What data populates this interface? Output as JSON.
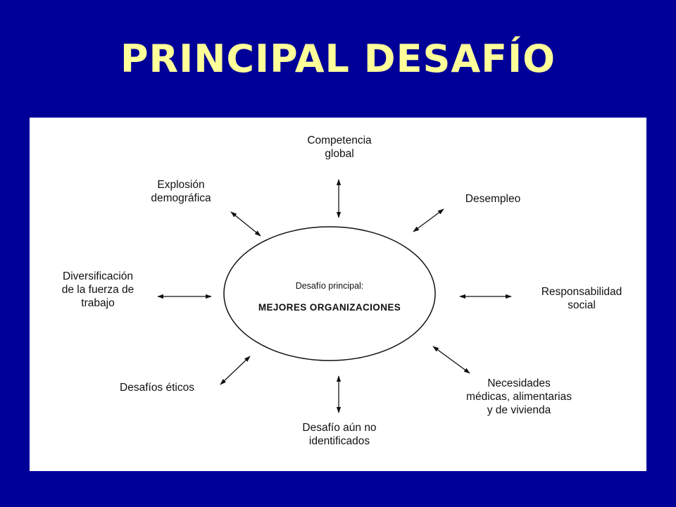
{
  "title": "PRINCIPAL DESAFÍO",
  "center": {
    "subtitle": "Desafío principal:",
    "main": "MEJORES ORGANIZACIONES"
  },
  "nodes": {
    "competencia": [
      "Competencia",
      "global"
    ],
    "desempleo": [
      "Desempleo"
    ],
    "responsabilidad": [
      "Responsabilidad",
      "social"
    ],
    "necesidades": [
      "Necesidades",
      "médicas, alimentarias",
      "y de vivienda"
    ],
    "no_identificados": [
      "Desafío aún no",
      "identificados"
    ],
    "eticos": [
      "Desafíos éticos"
    ],
    "diversificacion": [
      "Diversificación",
      "de la fuerza de",
      "trabajo"
    ],
    "explosion": [
      "Explosión",
      "demográfica"
    ]
  },
  "colors": {
    "background": "#000099",
    "title": "#ffff99",
    "panel": "#ffffff",
    "ink": "#111111"
  }
}
